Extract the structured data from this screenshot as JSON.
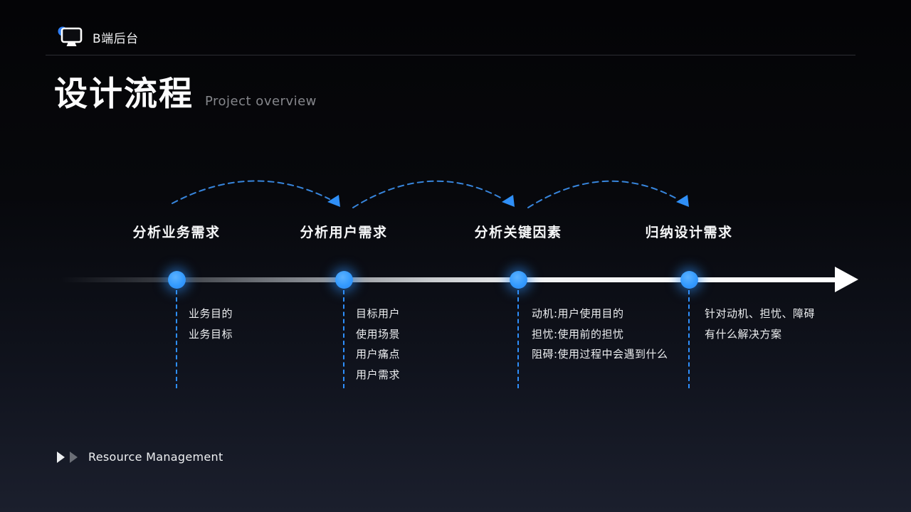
{
  "header": {
    "logo_icon": "monitor-icon",
    "logo_label": "B端后台"
  },
  "title": {
    "main": "设计流程",
    "subtitle": "Project overview"
  },
  "timeline": {
    "type": "process-flow",
    "accent_color": "#2f8ff7",
    "axis_color": "#ffffff",
    "stages": [
      {
        "label": "分析业务需求",
        "details": [
          "业务目的",
          "业务目标"
        ]
      },
      {
        "label": "分析用户需求",
        "details": [
          "目标用户",
          "使用场景",
          "用户痛点",
          "用户需求"
        ]
      },
      {
        "label": "分析关键因素",
        "details": [
          "动机:用户使用目的",
          "担忧:使用前的担忧",
          "阻碍:使用过程中会遇到什么"
        ]
      },
      {
        "label": "归纳设计需求",
        "details": [
          "针对动机、担忧、障碍",
          "有什么解决方案"
        ]
      }
    ]
  },
  "footer": {
    "label": "Resource Management"
  }
}
